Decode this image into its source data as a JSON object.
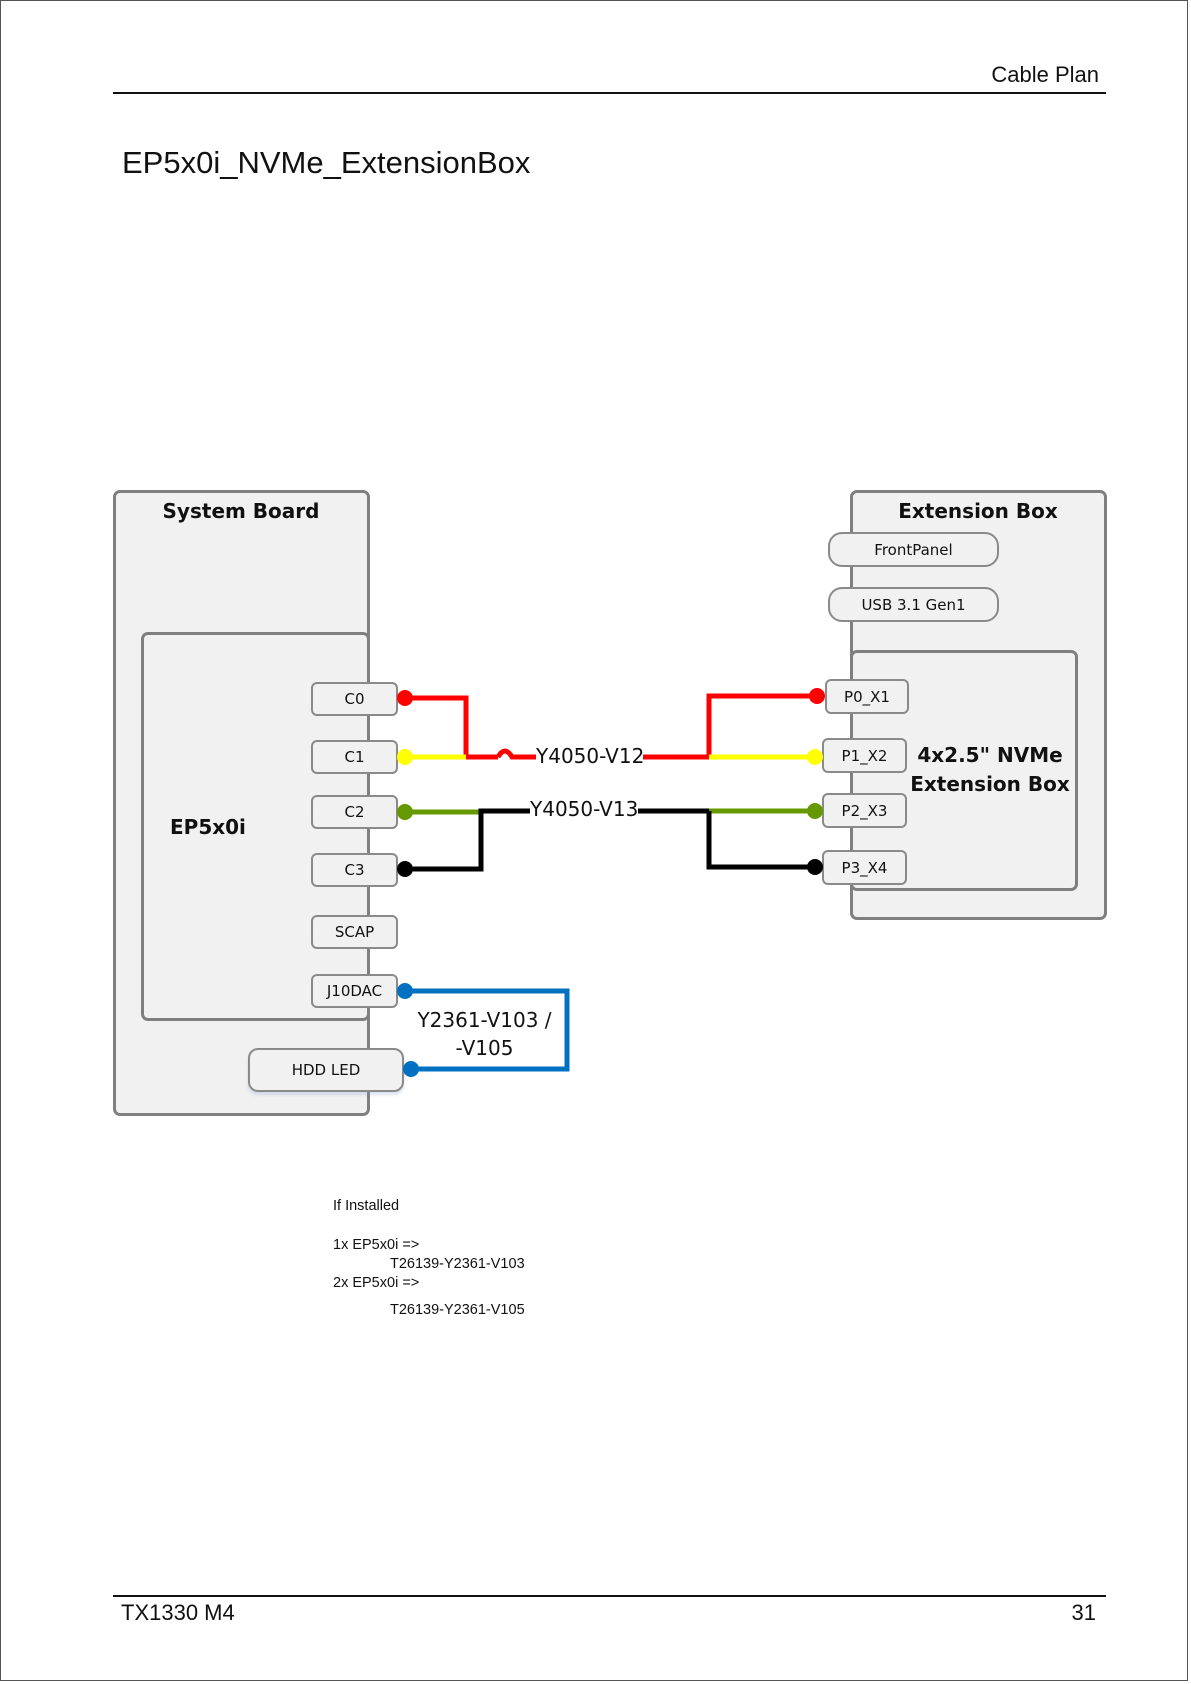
{
  "header": {
    "section": "Cable Plan"
  },
  "page_title": "EP5x0i_NVMe_ExtensionBox",
  "footer": {
    "model": "TX1330 M4",
    "page_number": "31"
  },
  "diagram": {
    "system_board": {
      "label": "System Board",
      "controller_label": "EP5x0i",
      "ports": [
        "C0",
        "C1",
        "C2",
        "C3",
        "SCAP",
        "J10DAC"
      ],
      "hdd_led_label": "HDD LED"
    },
    "extension_box": {
      "label": "Extension Box",
      "ports": [
        "FrontPanel",
        "USB 3.1 Gen1"
      ],
      "nvme_box": {
        "label_line1": "4x2.5\" NVMe",
        "label_line2": "Extension Box",
        "ports": [
          "P0_X1",
          "P1_X2",
          "P2_X3",
          "P3_X4"
        ]
      }
    },
    "cables": [
      {
        "name": "Y4050-V12",
        "from": [
          "C0",
          "C1"
        ],
        "to": [
          "P0_X1",
          "P1_X2"
        ],
        "colors": [
          "#ff0000",
          "#ffff00"
        ]
      },
      {
        "name": "Y4050-V13",
        "from": [
          "C2",
          "C3"
        ],
        "to": [
          "P2_X3",
          "P3_X4"
        ],
        "colors": [
          "#669900",
          "#000000"
        ]
      },
      {
        "name_line1": "Y2361-V103 /",
        "name_line2": "-V105",
        "from": [
          "J10DAC"
        ],
        "to": [
          "HDD LED"
        ],
        "colors": [
          "#0070c0"
        ]
      }
    ]
  },
  "notes": {
    "heading": "If Installed",
    "line1": "1x EP5x0i  =>",
    "line2": "T26139-Y2361-V103",
    "line3": "2x EP5x0i =>",
    "line4": "T26139-Y2361-V105"
  },
  "colors": {
    "red": "#ff0000",
    "yellow": "#ffff00",
    "green": "#669900",
    "black": "#000000",
    "blue": "#0070c0",
    "box_fill": "#f1f1f1",
    "box_border": "#7f7f7f"
  }
}
